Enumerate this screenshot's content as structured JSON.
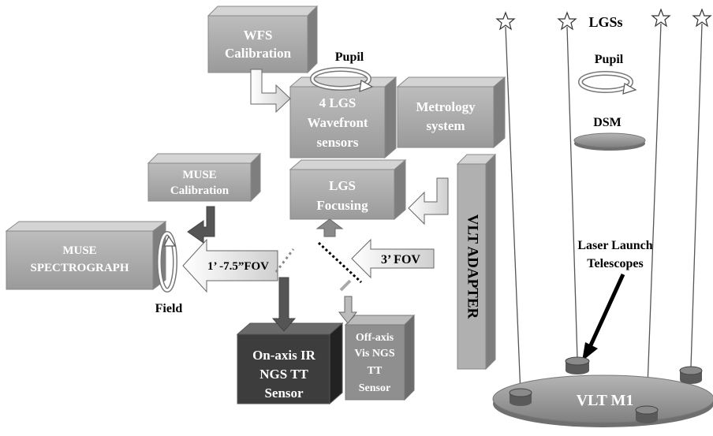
{
  "boxes": {
    "wfs_calibration": [
      "WFS",
      "Calibration"
    ],
    "wavefront_sensors": [
      "4 LGS",
      "Wavefront",
      "sensors"
    ],
    "metrology": [
      "Metrology",
      "system"
    ],
    "muse_calibration": [
      "MUSE",
      "Calibration"
    ],
    "lgs_focusing": [
      "LGS",
      "Focusing"
    ],
    "muse_spectrograph": [
      "MUSE",
      "SPECTROGRAPH"
    ],
    "onaxis_sensor": [
      "On-axis IR",
      "NGS TT",
      "Sensor"
    ],
    "offaxis_sensor": [
      "Off-axis",
      "Vis NGS",
      "TT",
      "Sensor"
    ],
    "vlt_adapter": "VLT ADAPTER"
  },
  "labels": {
    "pupil_top": "Pupil",
    "pupil_right": "Pupil",
    "lgss": "LGSs",
    "dsm": "DSM",
    "fov_1": "1’ -7.5”FOV",
    "fov_3": "3’ FOV",
    "field": "Field",
    "laser_launch": [
      "Laser Launch",
      "Telescopes"
    ],
    "vlt_m1": "VLT M1"
  },
  "colors": {
    "box_face": "#a6a6a6",
    "box_top": "#cfcfcf",
    "box_side": "#7c7c7c",
    "dark_face": "#3a3a3a",
    "mid_face": "#8e8e8e",
    "arrow_light": "#f2f2f2",
    "arrow_dark": "#555555"
  }
}
